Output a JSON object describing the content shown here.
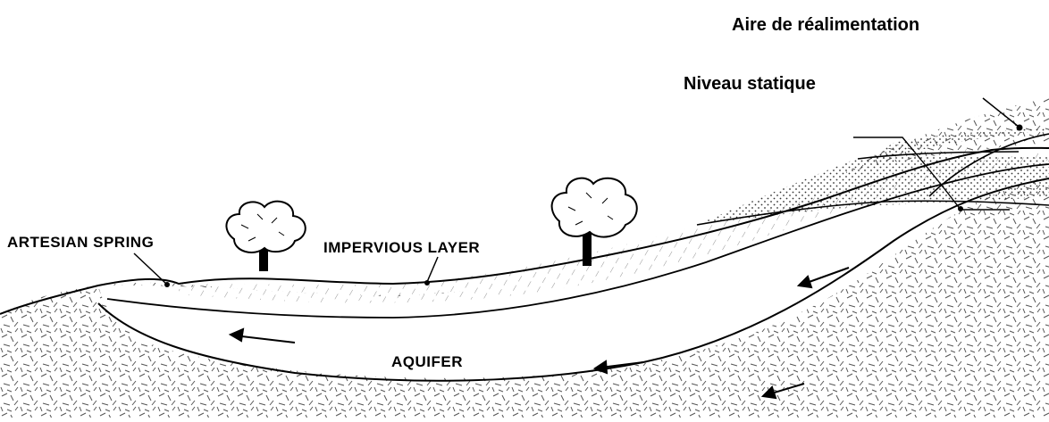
{
  "labels": {
    "recharge_area": "Aire de réalimentation",
    "static_level": "Niveau statique",
    "artesian_spring": "ARTESIAN SPRING",
    "impervious_layer": "IMPERVIOUS LAYER",
    "aquifer": "AQUIFER"
  },
  "colors": {
    "ink": "#000000",
    "background": "#ffffff",
    "hatch": "#555555",
    "tree_fill": "#ffffff"
  }
}
